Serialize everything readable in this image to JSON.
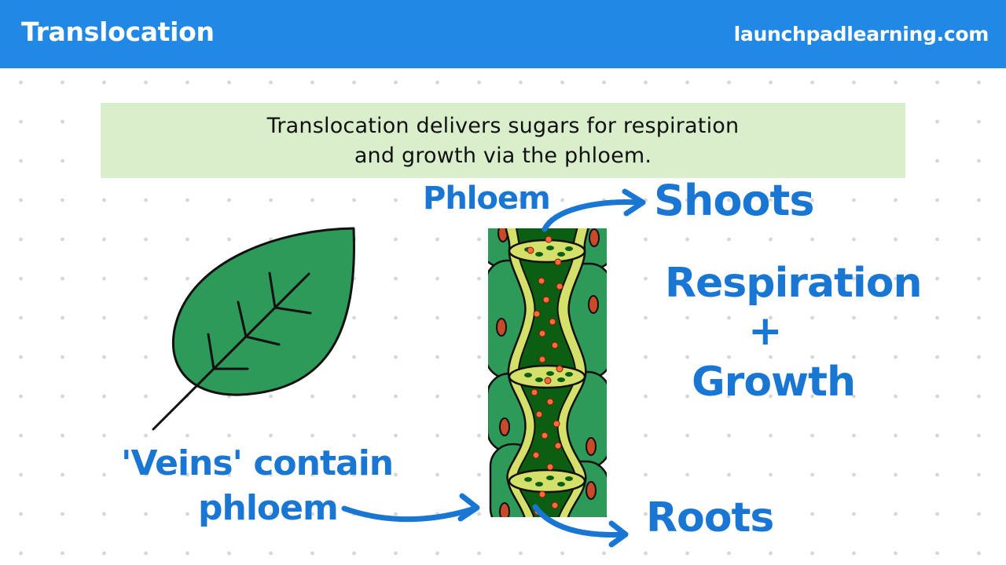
{
  "header": {
    "title": "Translocation",
    "site": "launchpadlearning.com",
    "background_color": "#2188e5"
  },
  "summary": {
    "line1": "Translocation delivers sugars for respiration",
    "line2": "and growth via the phloem.",
    "background_color": "#d9eecb"
  },
  "diagram": {
    "label_phloem": "Phloem",
    "label_shoots": "Shoots",
    "label_roots": "Roots",
    "label_respiration": "Respiration",
    "label_plus": "+",
    "label_growth": "Growth",
    "label_veins_line1": "'Veins' contain",
    "label_veins_line2": "phloem",
    "ink_color": "#1976d2",
    "leaf_color": "#2e9a5a",
    "tube_color": "#0c5e12",
    "companion_cell_color": "#2e9a5a",
    "sieve_plate_color": "#d4e06a",
    "sugar_color": "#ff6b3d"
  }
}
